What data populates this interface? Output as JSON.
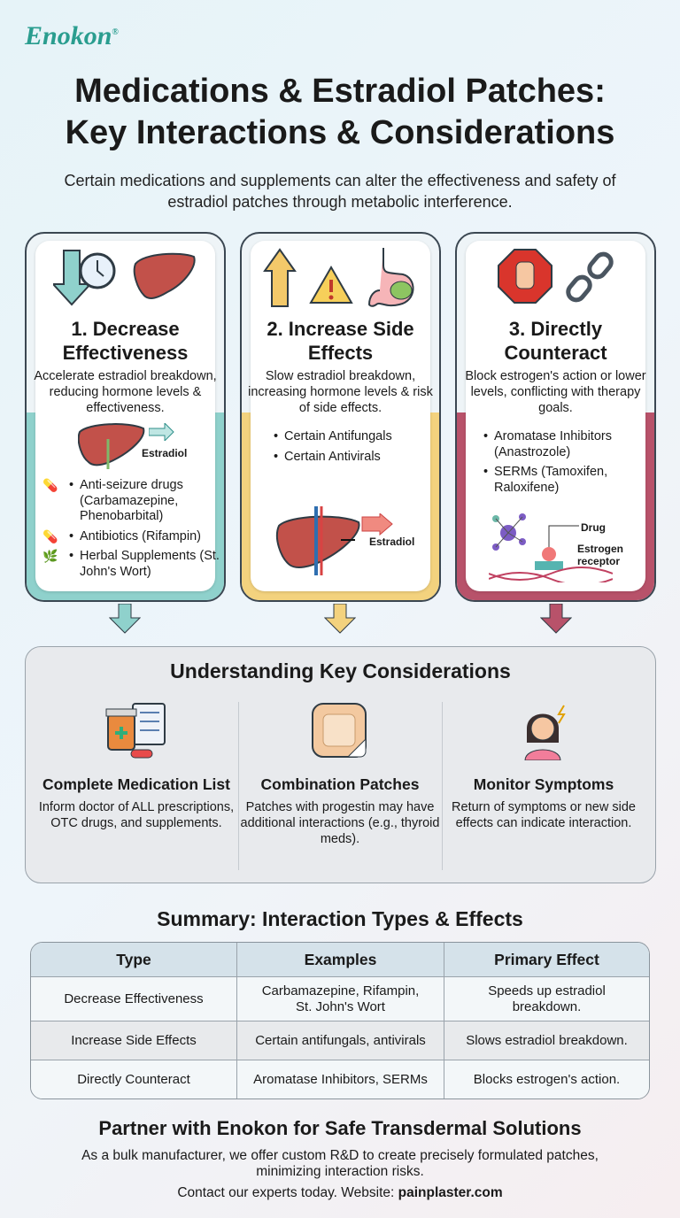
{
  "brand": {
    "logo": "Enokon",
    "reg": "®"
  },
  "header": {
    "title_line1": "Medications & Estradiol Patches:",
    "title_line2": "Key Interactions & Considerations",
    "subtitle": "Certain medications and supplements can alter the effectiveness and safety of estradiol patches through metabolic interference."
  },
  "colors": {
    "teal": "#8fd1cc",
    "yellow": "#f3d27e",
    "rose": "#b8526a",
    "brand": "#2a9d8f"
  },
  "cards": [
    {
      "title": "1. Decrease Effectiveness",
      "desc": "Accelerate estradiol breakdown, reducing hormone levels & effectiveness.",
      "diagram_label": "Estradiol",
      "items": [
        "Anti-seizure drugs (Carbamazepine, Phenobarbital)",
        "Antibiotics (Rifampin)",
        "Herbal Supplements (St. John's Wort)"
      ],
      "icons": [
        "down-arrow-clock-icon",
        "liver-icon",
        "pill-icon",
        "capsule-icon",
        "herb-leaf-icon"
      ]
    },
    {
      "title": "2. Increase Side Effects",
      "desc": "Slow estradiol breakdown, increasing hormone levels & risk of side effects.",
      "diagram_label": "Estradiol",
      "items": [
        "Certain Antifungals",
        "Certain Antivirals"
      ],
      "icons": [
        "up-arrow-icon",
        "warning-icon",
        "stomach-icon",
        "liver-icon"
      ]
    },
    {
      "title": "3. Directly Counteract",
      "desc": "Block estrogen's action or lower levels, conflicting with therapy goals.",
      "diagram_label": "Drug",
      "diagram_label2": "Estrogen receptor",
      "items": [
        "Aromatase Inhibitors (Anastrozole)",
        "SERMs (Tamoxifen, Raloxifene)"
      ],
      "icons": [
        "stop-hand-icon",
        "broken-chain-icon",
        "molecule-receptor-icon"
      ]
    }
  ],
  "considerations": {
    "title": "Understanding Key Considerations",
    "items": [
      {
        "title": "Complete Medication List",
        "desc": "Inform doctor of ALL prescriptions, OTC drugs, and supplements.",
        "icon": "pill-bottle-list-icon"
      },
      {
        "title": "Combination Patches",
        "desc": "Patches with progestin may have additional interactions (e.g., thyroid meds).",
        "icon": "patch-icon"
      },
      {
        "title": "Monitor Symptoms",
        "desc": "Return of symptoms or new side effects can indicate interaction.",
        "icon": "distressed-woman-icon"
      }
    ]
  },
  "summary": {
    "title": "Summary: Interaction Types & Effects",
    "headers": [
      "Type",
      "Examples",
      "Primary Effect"
    ],
    "rows": [
      [
        "Decrease Effectiveness",
        "Carbamazepine, Rifampin, St. John's Wort",
        "Speeds up estradiol breakdown."
      ],
      [
        "Increase Side Effects",
        "Certain antifungals, antivirals",
        "Slows estradiol breakdown."
      ],
      [
        "Directly Counteract",
        "Aromatase Inhibitors, SERMs",
        "Blocks estrogen's action."
      ]
    ]
  },
  "footer": {
    "title": "Partner with Enokon for Safe Transdermal Solutions",
    "text": "As a bulk manufacturer, we offer custom R&D to create precisely formulated patches, minimizing interaction risks.",
    "contact_prefix": "Contact our experts today. Website:",
    "website": "painplaster.com"
  }
}
